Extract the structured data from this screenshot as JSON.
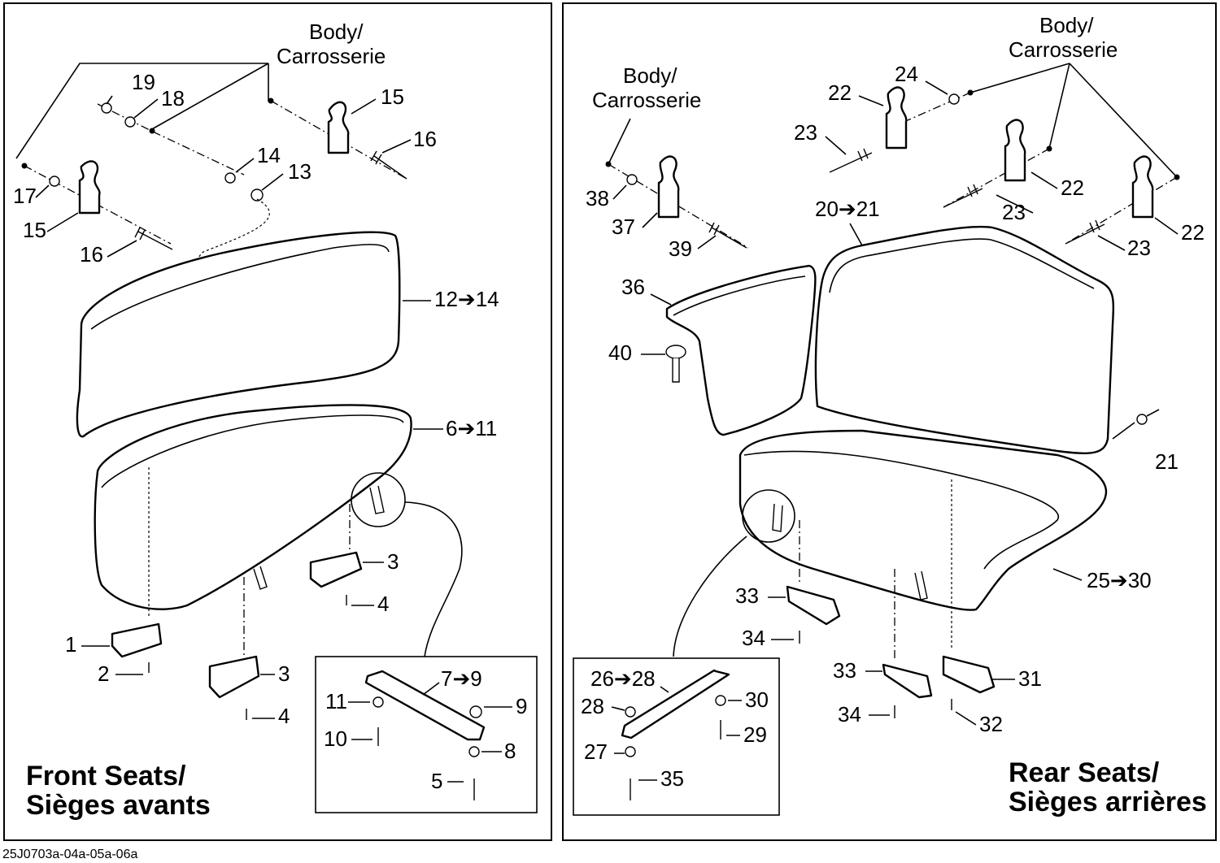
{
  "panels": {
    "front": {
      "title_line1": "Front Seats/",
      "title_line2": "Sièges avants",
      "body_line1": "Body/",
      "body_line2": "Carrosserie",
      "callouts": {
        "c19": "19",
        "c18": "18",
        "c15a": "15",
        "c16a": "16",
        "c14": "14",
        "c13": "13",
        "c17": "17",
        "c15b": "15",
        "c16b": "16",
        "c12": "12➔14",
        "c6": "6➔11",
        "c3a": "3",
        "c4a": "4",
        "c1": "1",
        "c2": "2",
        "c3b": "3",
        "c4b": "4",
        "c7": "7➔9",
        "c11": "11",
        "c9": "9",
        "c10": "10",
        "c8": "8",
        "c5": "5"
      }
    },
    "rear": {
      "title_line1": "Rear Seats/",
      "title_line2": "Sièges arrières",
      "body_a_line1": "Body/",
      "body_a_line2": "Carrosserie",
      "body_b_line1": "Body/",
      "body_b_line2": "Carrosserie",
      "callouts": {
        "c24": "24",
        "c22a": "22",
        "c23a": "23",
        "c22b": "22",
        "c23b": "23",
        "c22c": "22",
        "c23c": "23",
        "c38": "38",
        "c37": "37",
        "c39": "39",
        "c20": "20➔21",
        "c36": "36",
        "c40": "40",
        "c21": "21",
        "c25": "25➔30",
        "c33a": "33",
        "c34a": "34",
        "c33b": "33",
        "c34b": "34",
        "c31": "31",
        "c32": "32",
        "c26": "26➔28",
        "c28": "28",
        "c30": "30",
        "c29": "29",
        "c27": "27",
        "c35": "35"
      }
    }
  },
  "drawing_code": "25J0703a-04a-05a-06a"
}
